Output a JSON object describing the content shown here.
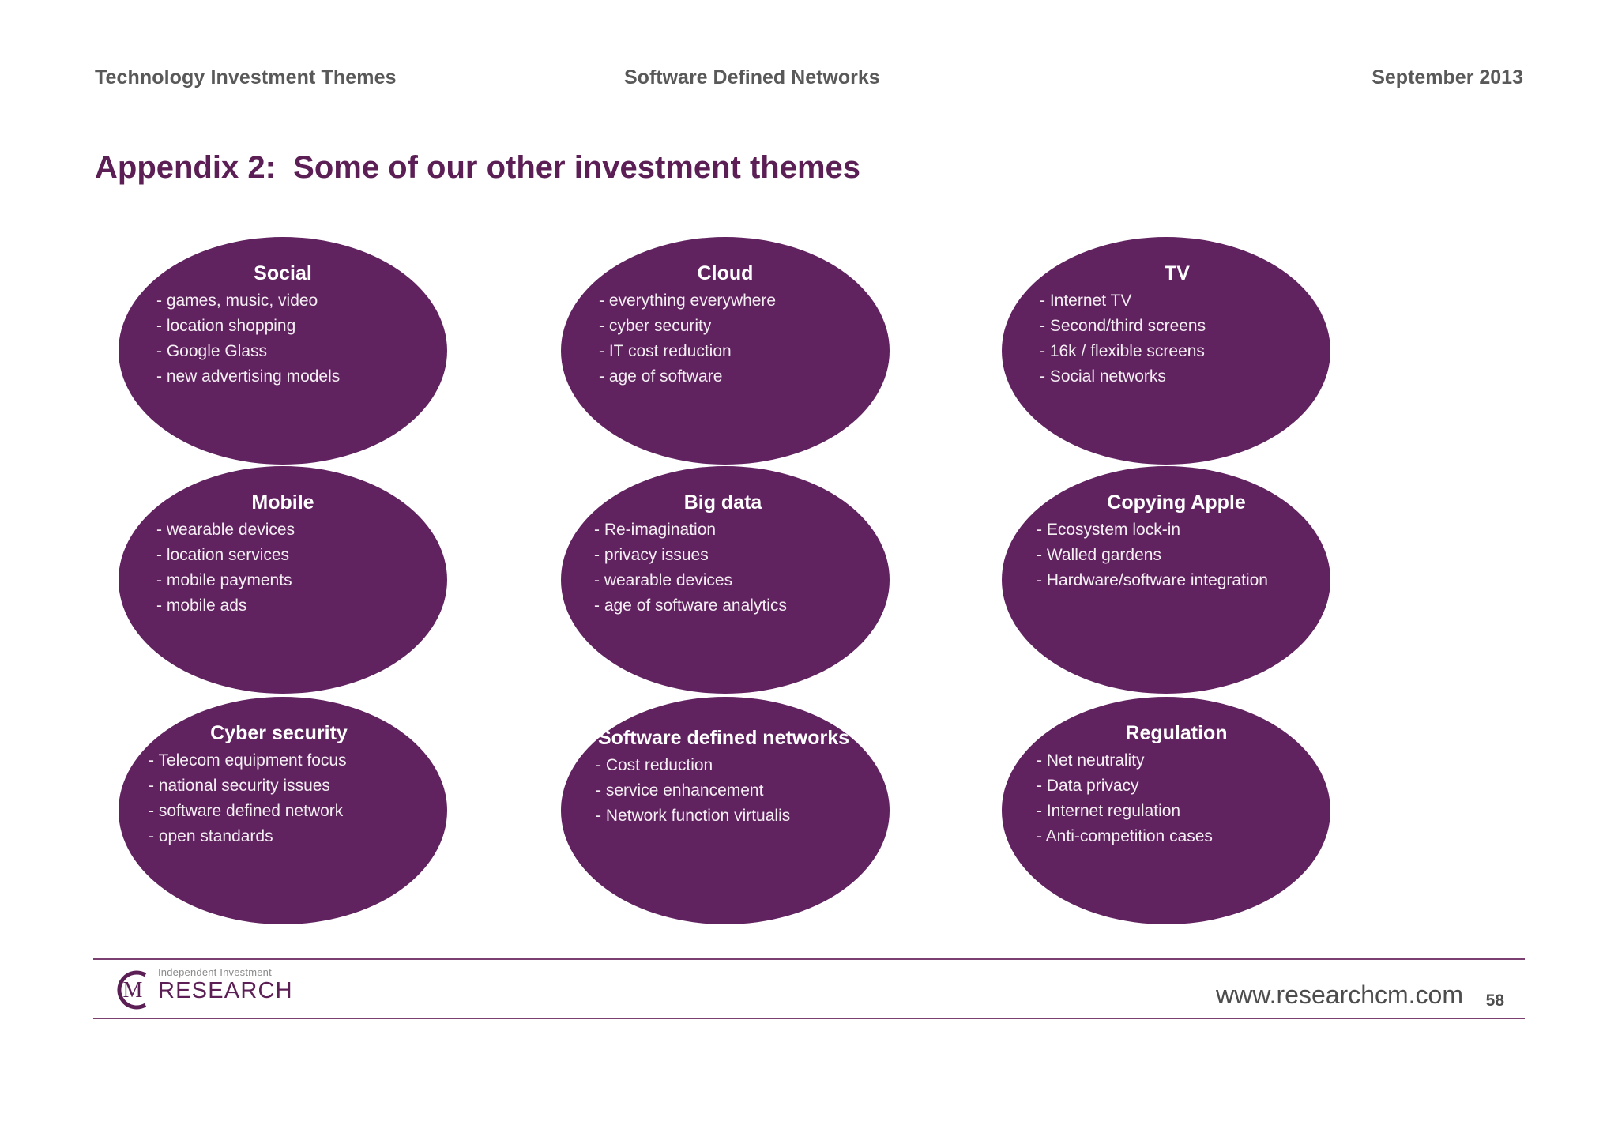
{
  "header": {
    "left": "Technology Investment Themes",
    "center": "Software Defined Networks",
    "right": "September 2013"
  },
  "title": "Appendix 2:  Some of our other investment themes",
  "colors": {
    "ellipse_fill": "#612260",
    "title_purple": "#5C1F55",
    "header_gray": "#595959",
    "rule_purple": "#7B3F72"
  },
  "themes": [
    {
      "title": "Social",
      "bullets": [
        "- games, music, video",
        "- location shopping",
        "- Google Glass",
        "- new advertising models"
      ]
    },
    {
      "title": "Cloud",
      "bullets": [
        "- everything  everywhere",
        "- cyber security",
        "- IT cost reduction",
        "- age of software"
      ]
    },
    {
      "title": "TV",
      "bullets": [
        "- Internet TV",
        "- Second/third screens",
        "- 16k / flexible screens",
        "- Social networks"
      ]
    },
    {
      "title": "Mobile",
      "bullets": [
        "- wearable devices",
        "- location services",
        "- mobile payments",
        "- mobile ads"
      ]
    },
    {
      "title": "Big data",
      "bullets": [
        "- Re-imagination",
        "- privacy issues",
        "- wearable devices",
        "- age of software analytics"
      ]
    },
    {
      "title": "Copying Apple",
      "bullets": [
        "- Ecosystem lock-in",
        "- Walled gardens",
        "- Hardware/software integration"
      ]
    },
    {
      "title": "Cyber security",
      "bullets": [
        "- Telecom equipment focus",
        "- national security issues",
        "- software defined network",
        "- open standards"
      ]
    },
    {
      "title": "Software defined networks",
      "bullets": [
        "- Cost reduction",
        "- service enhancement",
        "- Network function virtualis"
      ]
    },
    {
      "title": "Regulation",
      "bullets": [
        "- Net neutrality",
        "- Data privacy",
        "- Internet regulation",
        "- Anti-competition cases"
      ]
    }
  ],
  "footer": {
    "logo_tagline": "Independent Investment",
    "logo_word": "RESEARCH",
    "logo_letter": "M",
    "url": "www.researchcm.com",
    "page_number": "58"
  }
}
